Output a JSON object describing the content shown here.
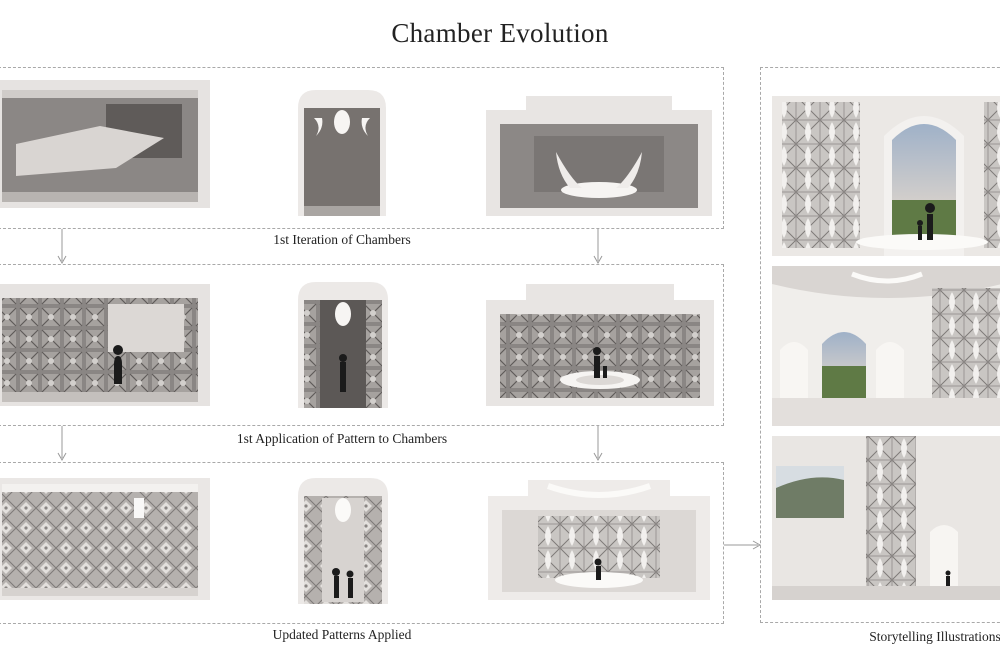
{
  "title": "Chamber Evolution",
  "rows": [
    {
      "caption": "1st Iteration of Chambers"
    },
    {
      "caption": "1st Application of Pattern to Chambers"
    },
    {
      "caption": "Updated Patterns Applied"
    }
  ],
  "storytelling": {
    "caption": "Storytelling Illustrations"
  },
  "colors": {
    "wall": "#8e8a88",
    "wall_dark": "#6f6b69",
    "frame": "#e9e7e5",
    "floor": "#d8d5d2",
    "light": "#fbfaf8",
    "silhouette": "#1b1b1b",
    "sky": "#c9d3de",
    "grass": "#5f7a45",
    "dash": "#a9a9a9"
  }
}
